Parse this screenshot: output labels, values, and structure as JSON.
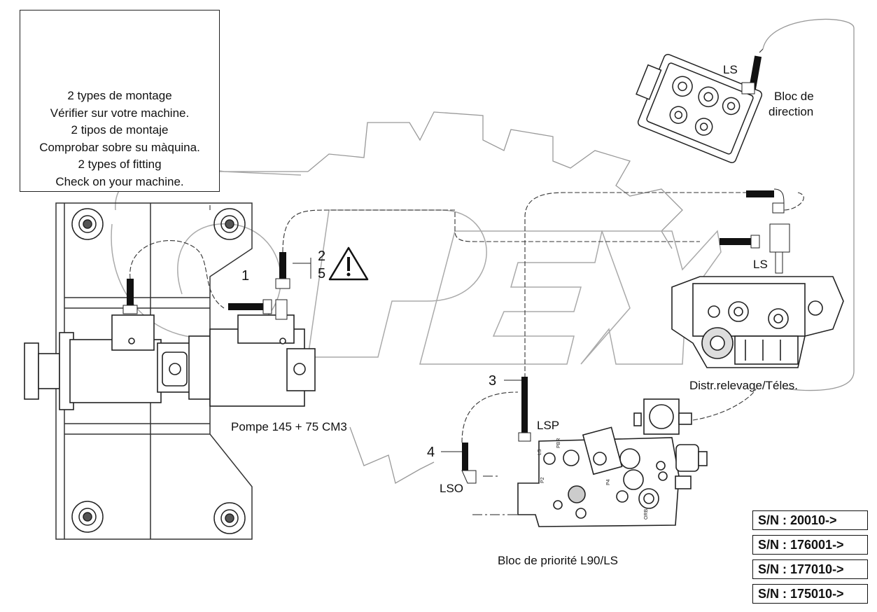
{
  "warning": {
    "lines": [
      "2 types de montage",
      "Vérifier sur votre machine.",
      "2 tipos de montaje",
      "Comprobar sobre su màquina.",
      "2 types of fitting",
      "Check on your machine."
    ]
  },
  "labels": {
    "ls_top": "LS",
    "bloc_direction_1": "Bloc de",
    "bloc_direction_2": "direction",
    "ls_mid": "LS",
    "distr": "Distr.relevage/Téles.",
    "pompe": "Pompe 145 + 75 CM3",
    "lsp": "LSP",
    "lso": "LSO",
    "bloc_priorite": "Bloc de priorité L90/LS"
  },
  "callouts": [
    "1",
    "2",
    "5",
    "3",
    "4"
  ],
  "watermark": "OPEX",
  "serial_numbers": [
    "S/N : 20010->",
    "S/N : 176001->",
    "S/N : 177010->",
    "S/N : 175010->"
  ]
}
